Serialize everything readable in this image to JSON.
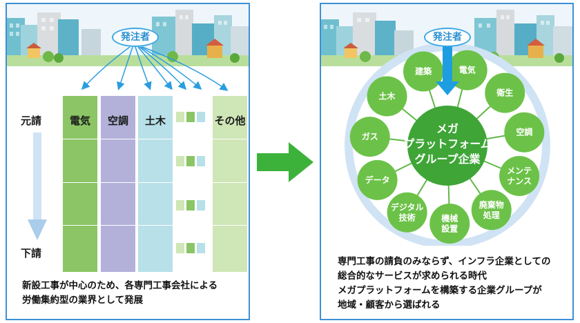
{
  "left_panel": {
    "client_label": "発注者",
    "top_label": "元請",
    "bottom_label": "下請",
    "columns": [
      "電気",
      "空調",
      "土木",
      "",
      "その他"
    ],
    "caption_lines": [
      "新設工事が中心のため、各専門工事会社による",
      "労働集約型の業界として発展"
    ]
  },
  "right_panel": {
    "client_label": "発注者",
    "center_lines": [
      "メガ",
      "プラットフォーム",
      "グループ企業"
    ],
    "nodes": [
      {
        "lines": [
          "建築"
        ]
      },
      {
        "lines": [
          "電気"
        ]
      },
      {
        "lines": [
          "衛生"
        ]
      },
      {
        "lines": [
          "空調"
        ]
      },
      {
        "lines": [
          "メンテ",
          "ナンス"
        ]
      },
      {
        "lines": [
          "廃棄物",
          "処理"
        ]
      },
      {
        "lines": [
          "機械",
          "設置"
        ]
      },
      {
        "lines": [
          "デジタル",
          "技術"
        ]
      },
      {
        "lines": [
          "データ"
        ]
      },
      {
        "lines": [
          "ガス"
        ]
      },
      {
        "lines": [
          "土木"
        ]
      }
    ],
    "caption_lines": [
      "専門工事の請負のみならず、インフラ企業としての",
      "総合的なサービスが求められる時代",
      "メガプラットフォームを構築する企業グループが",
      "地域・顧客から選ばれる"
    ]
  },
  "colors": {
    "border": "#3d8fd6",
    "client_border": "#3ba7e4",
    "electric": "#8bc565",
    "hvac": "#b3b1d9",
    "civil": "#b7e0e8",
    "other": "#cfe6b6",
    "node": "#6cc248",
    "center": "#3ea536",
    "ring": "#cfe3f4",
    "arrow_big": "#3db23a",
    "arrow_down": "#1e9ee0"
  }
}
